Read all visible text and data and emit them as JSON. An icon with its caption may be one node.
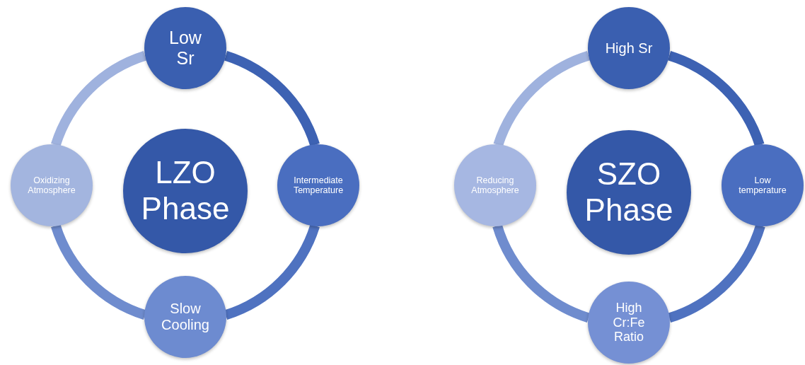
{
  "diagram": {
    "nodes": [
      {
        "text": [
          "Low Sr"
        ]
      },
      {
        "text": [
          "Oxidizing Atmosphere"
        ]
      },
      {
        "text": [
          "LZO Phase"
        ]
      },
      {
        "text": [
          "Intermediate Temperature"
        ]
      },
      {
        "text": [
          "Slow Cooling"
        ]
      },
      {
        "text": [
          "High Sr"
        ]
      },
      {
        "text": [
          "Reducing Atmosphere"
        ]
      },
      {
        "text": [
          "SZO Phase"
        ]
      },
      {
        "text": [
          "Low temperature"
        ]
      },
      {
        "text": [
          "High Cr:Fe Ratio"
        ]
      }
    ],
    "edges": [
      {
        "from": 0,
        "to": 3,
        "arrow": "none",
        "color": "#3d62b3"
      },
      {
        "from": 3,
        "to": 4,
        "arrow": "none",
        "color": "#4f72c0"
      },
      {
        "from": 4,
        "to": 1,
        "arrow": "none",
        "color": "#6f8cce"
      },
      {
        "from": 1,
        "to": 0,
        "arrow": "none",
        "color": "#9fb2de"
      },
      {
        "from": 5,
        "to": 8,
        "arrow": "none",
        "color": "#3d62b3"
      },
      {
        "from": 8,
        "to": 9,
        "arrow": "none",
        "color": "#4f72c0"
      },
      {
        "from": 9,
        "to": 6,
        "arrow": "none",
        "color": "#6f8cce"
      },
      {
        "from": 6,
        "to": 5,
        "arrow": "none",
        "color": "#9fb2de"
      }
    ]
  }
}
